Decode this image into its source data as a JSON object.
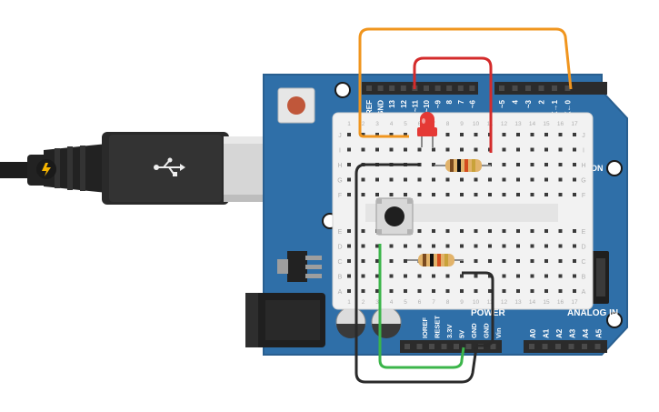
{
  "board": {
    "top_pin_labels": [
      "AREF",
      "GND",
      "13",
      "12",
      "~11",
      "~10",
      "~9",
      "8",
      "7",
      "~6",
      "~5",
      "4",
      "~3",
      "2",
      "TX→1",
      "RX←0"
    ],
    "on_label": "ON",
    "power_header_title": "POWER",
    "analog_header_title": "ANALOG IN",
    "power_pin_labels": [
      "IOREF",
      "RESET",
      "3.3V",
      "5V",
      "GND",
      "GND",
      "Vin"
    ],
    "analog_pin_labels": [
      "A0",
      "A1",
      "A2",
      "A3",
      "A4",
      "A5"
    ],
    "colors": {
      "board": "#2f6fa8",
      "header": "#2b2b2b",
      "breadboard": "#f2f2f2"
    }
  },
  "breadboard": {
    "row_letters": [
      "J",
      "I",
      "H",
      "G",
      "F",
      "E",
      "D",
      "C",
      "B",
      "A"
    ],
    "column_numbers": [
      "1",
      "2",
      "3",
      "4",
      "5",
      "6",
      "7",
      "8",
      "9",
      "10",
      "11",
      "12",
      "13",
      "14",
      "15",
      "16",
      "17"
    ]
  },
  "components": {
    "usb_connector": {
      "icon": "usb-icon"
    },
    "led": {
      "color": "#e53935"
    },
    "resistor_top": {
      "bands": [
        "#7a4a1f",
        "#111111",
        "#d44d1f",
        "#c9a23a"
      ]
    },
    "resistor_bottom": {
      "bands": [
        "#7a4a1f",
        "#111111",
        "#d44d1f",
        "#c9a23a"
      ]
    },
    "pushbutton": {
      "icon": "pushbutton-icon"
    }
  },
  "wires": {
    "orange": "#f0951e",
    "red": "#d42b2b",
    "black": "#2a2a2a",
    "green": "#3bb54a"
  }
}
